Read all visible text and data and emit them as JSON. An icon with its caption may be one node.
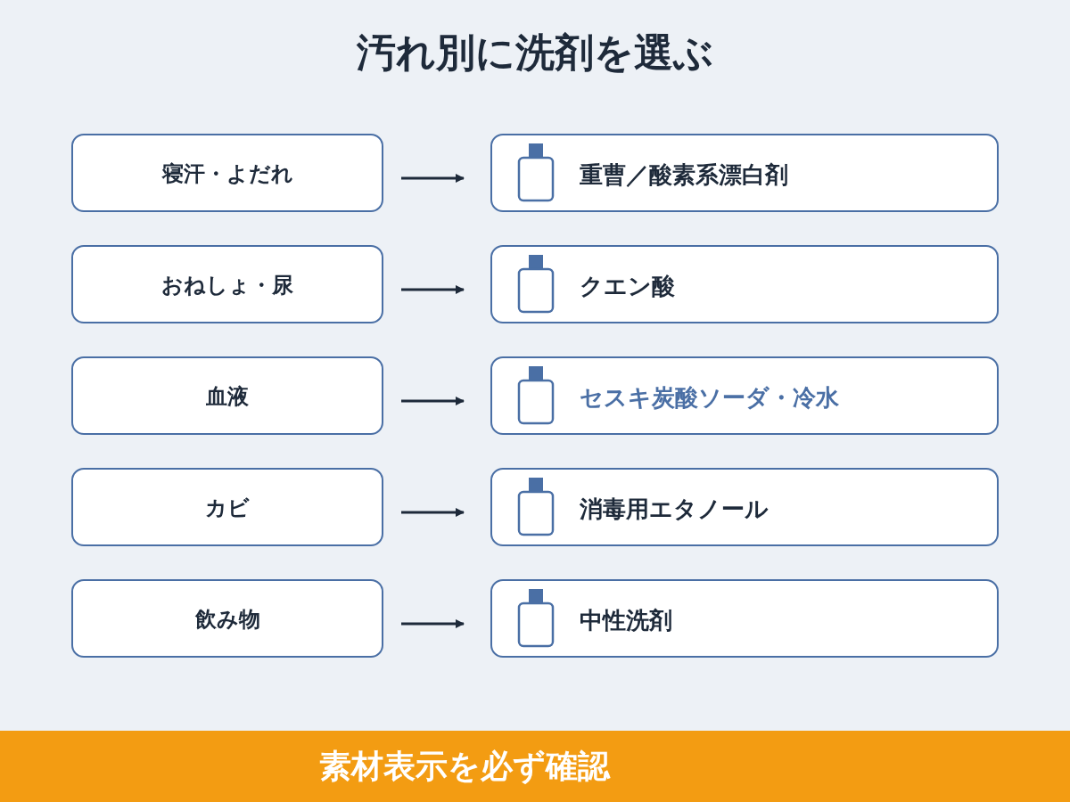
{
  "diagram": {
    "title": "汚れ別に洗剤を選ぶ",
    "nodes": [
      {
        "text": [
          "寝汗・よだれ"
        ]
      },
      {
        "text": [
          "重曹／酸素系漂白剤"
        ]
      },
      {
        "text": [
          "おねしょ・尿"
        ]
      },
      {
        "text": [
          "クエン酸"
        ]
      },
      {
        "text": [
          "血液"
        ]
      },
      {
        "text": [
          "セスキ炭酸ソーダ・冷水"
        ]
      },
      {
        "text": [
          "カビ"
        ]
      },
      {
        "text": [
          "消毒用エタノール"
        ]
      },
      {
        "text": [
          "飲み物"
        ]
      },
      {
        "text": [
          "中性洗剤"
        ]
      },
      {
        "text": [
          "素材表示を必ず確認"
        ]
      }
    ],
    "edges": [
      {
        "from": 0,
        "to": 1,
        "arrow": "to"
      },
      {
        "from": 2,
        "to": 3,
        "arrow": "to"
      },
      {
        "from": 4,
        "to": 5,
        "arrow": "to"
      },
      {
        "from": 6,
        "to": 7,
        "arrow": "to"
      },
      {
        "from": 8,
        "to": 9,
        "arrow": "to"
      }
    ]
  }
}
